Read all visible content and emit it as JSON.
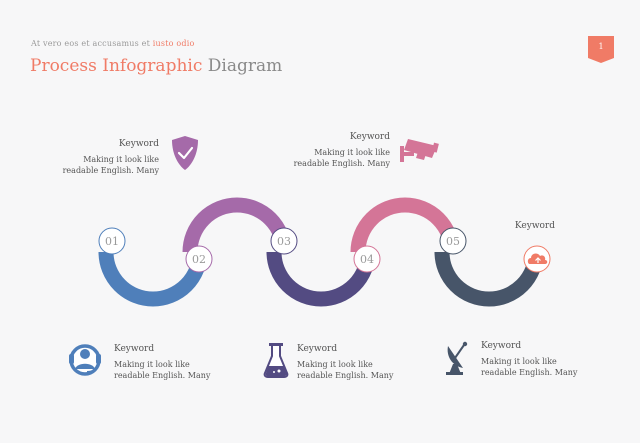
{
  "header": {
    "subtitle_plain": "At vero eos et accusamus et",
    "subtitle_accent": "iusto odio",
    "title_accent": "Process Infographic",
    "title_plain": "Diagram",
    "page_number": "1"
  },
  "colors": {
    "accent": "#f07b66",
    "blue": "#4f7fba",
    "purple": "#a56aa9",
    "indigo": "#534b82",
    "pink": "#d47597",
    "slate": "#475569"
  },
  "steps": [
    {
      "number": "01",
      "color": "#4f7fba"
    },
    {
      "number": "02",
      "color": "#a56aa9"
    },
    {
      "number": "03",
      "color": "#534b82"
    },
    {
      "number": "04",
      "color": "#d47597"
    },
    {
      "number": "05",
      "color": "#475569"
    }
  ],
  "callouts": [
    {
      "icon": "shield-check-icon",
      "keyword": "Keyword",
      "line1": "Making it look like",
      "line2": "readable English. Many"
    },
    {
      "icon": "security-camera-icon",
      "keyword": "Keyword",
      "line1": "Making it look like",
      "line2": "readable English. Many"
    },
    {
      "icon": "cloud-upload-icon",
      "keyword": "Keyword"
    },
    {
      "icon": "headset-icon",
      "keyword": "Keyword",
      "line1": "Making it look like",
      "line2": "readable English. Many"
    },
    {
      "icon": "flask-icon",
      "keyword": "Keyword",
      "line1": "Making it look like",
      "line2": "readable English. Many"
    },
    {
      "icon": "satellite-dish-icon",
      "keyword": "Keyword",
      "line1": "Making it look like",
      "line2": "readable English. Many"
    }
  ]
}
